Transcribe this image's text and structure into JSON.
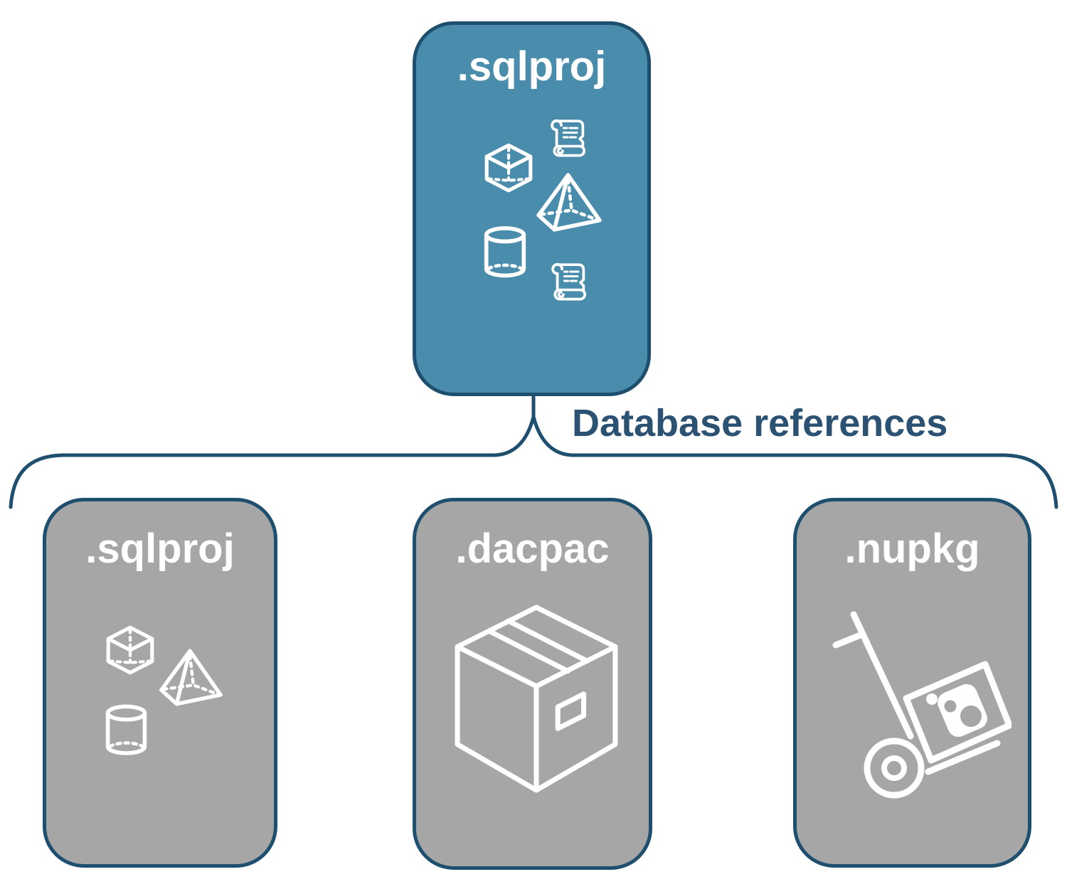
{
  "colors": {
    "background": "#ffffff",
    "root_fill": "#4a8cab",
    "child_fill": "#a6a6a6",
    "border": "#1f4f6e",
    "connector": "#1f4f6e",
    "label_text": "#2b5272",
    "icon_stroke": "#ffffff"
  },
  "root_node": {
    "label": ".sqlproj",
    "icons": [
      "cube-icon",
      "scroll-icon",
      "pyramid-icon",
      "cylinder-icon",
      "scroll-icon"
    ]
  },
  "connector": {
    "label": "Database references"
  },
  "child_nodes": [
    {
      "label": ".sqlproj",
      "icons": [
        "cube-icon",
        "pyramid-icon",
        "cylinder-icon"
      ]
    },
    {
      "label": ".dacpac",
      "icons": [
        "package-box-icon"
      ]
    },
    {
      "label": ".nupkg",
      "icons": [
        "nuget-handtruck-icon"
      ]
    }
  ]
}
